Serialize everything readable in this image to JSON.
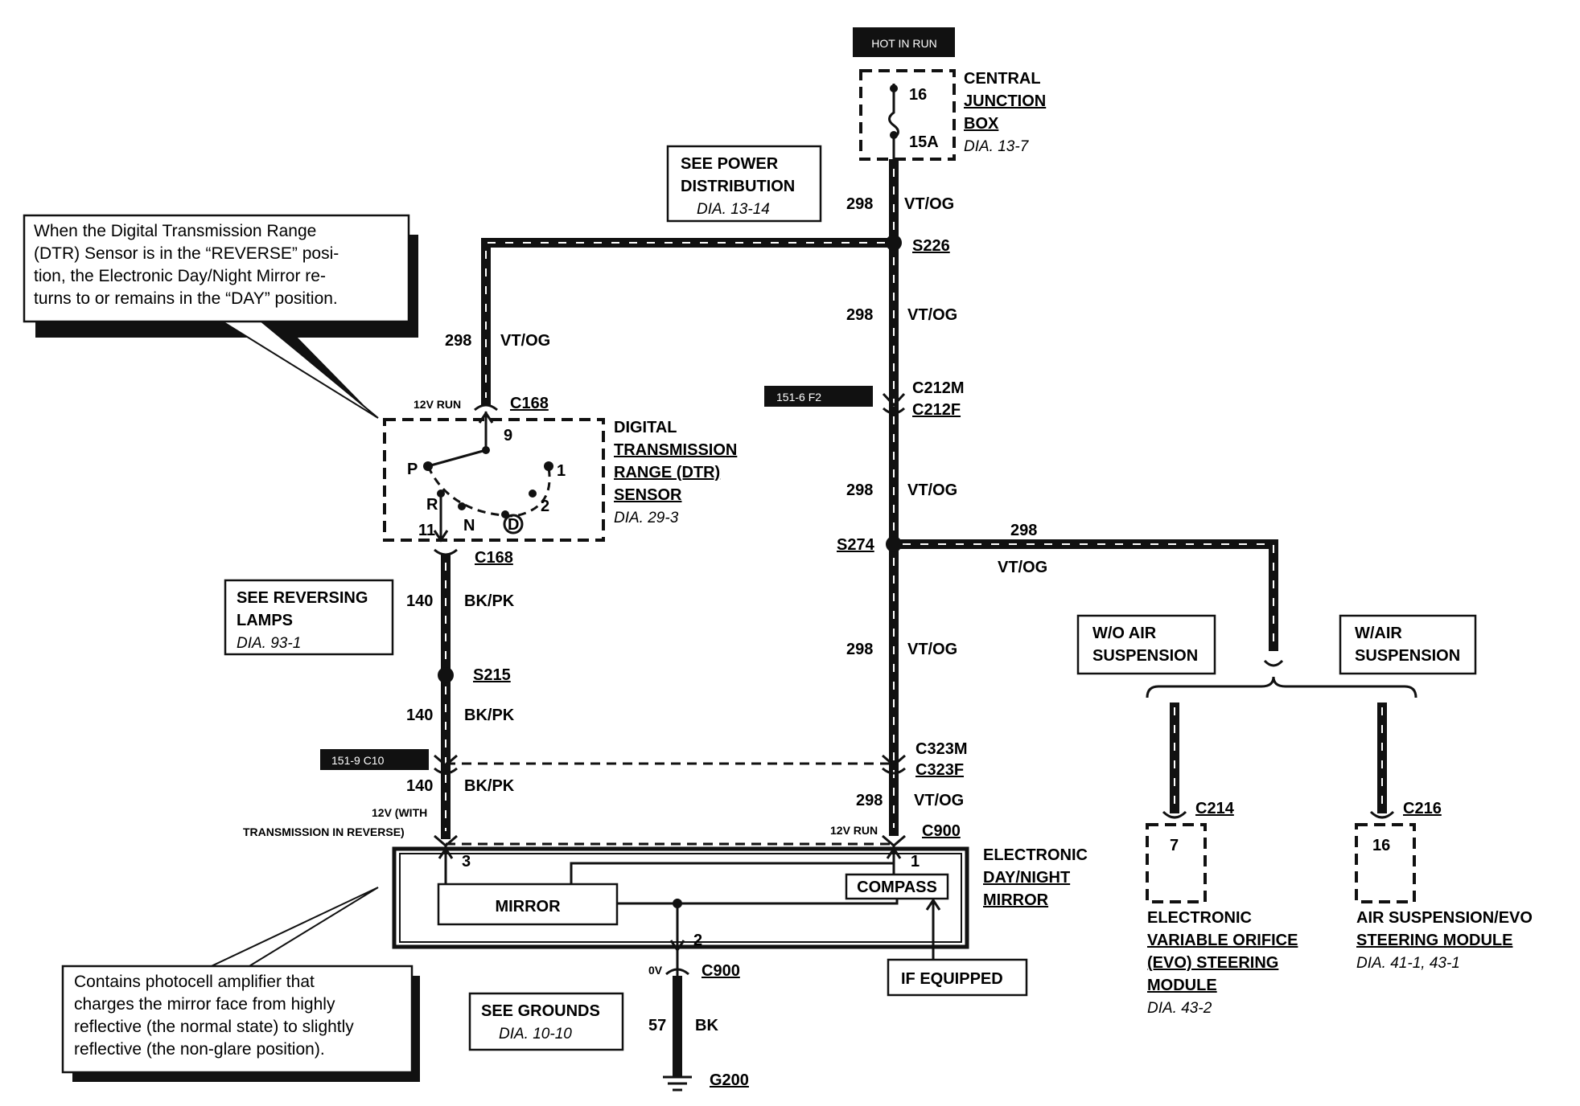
{
  "labels": {
    "hot_in_run": "HOT IN RUN",
    "fuse_num": "16",
    "fuse_amp": "15A",
    "cjb_line1": "CENTRAL",
    "cjb_line2": "JUNCTION",
    "cjb_line3": "BOX",
    "cjb_ref": "DIA. 13-7",
    "see_power_1": "SEE POWER",
    "see_power_2": "DISTRIBUTION",
    "see_power_ref": "DIA. 13-14",
    "s226": "S226",
    "s274": "S274",
    "s215": "S215",
    "c212m": "C212M",
    "c212f": "C212F",
    "c323m": "C323M",
    "c323f": "C323F",
    "c900_top": "C900",
    "c900_bottom": "C900",
    "c168_top": "C168",
    "c168_bottom": "C168",
    "c214": "C214",
    "c216": "C216",
    "g200": "G200",
    "pin_9": "9",
    "pin_11": "11",
    "pin_3": "3",
    "pin_1": "1",
    "pin_2": "2",
    "pin_7": "7",
    "pin_16": "16",
    "w298_a": "298",
    "w298_b": "298",
    "w298_c": "298",
    "w298_d": "298",
    "w298_e": "298",
    "w298_f": "298",
    "w298_g": "298",
    "vtog_a": "VT/OG",
    "vtog_b": "VT/OG",
    "vtog_c": "VT/OG",
    "vtog_d": "VT/OG",
    "vtog_e": "VT/OG",
    "vtog_f": "VT/OG",
    "vtog_g": "VT/OG",
    "w140_a": "140",
    "w140_b": "140",
    "w140_c": "140",
    "bkpk_a": "BK/PK",
    "bkpk_b": "BK/PK",
    "bkpk_c": "BK/PK",
    "w57": "57",
    "bk": "BK",
    "v12_run_top": "12V RUN",
    "v12_run_mirror": "12V RUN",
    "v12_with": "12V (WITH",
    "trans_rev": "TRANSMISSION IN REVERSE)",
    "zero_v": "0V",
    "tag_151_6": "151-6 F2",
    "tag_151_9": "151-9 C10",
    "dtr_1": "DIGITAL",
    "dtr_2": "TRANSMISSION",
    "dtr_3": "RANGE (DTR)",
    "dtr_4": "SENSOR",
    "dtr_ref": "DIA. 29-3",
    "pos_p": "P",
    "pos_r": "R",
    "pos_n": "N",
    "pos_d": "D",
    "pos_2": "2",
    "pos_1": "1",
    "see_rev_1": "SEE REVERSING",
    "see_rev_2": "LAMPS",
    "see_rev_ref": "DIA. 93-1",
    "mirror": "MIRROR",
    "compass": "COMPASS",
    "edn_1": "ELECTRONIC",
    "edn_2": "DAY/NIGHT",
    "edn_3": "MIRROR",
    "if_equipped": "IF EQUIPPED",
    "see_grounds": "SEE GROUNDS",
    "see_grounds_ref": "DIA. 10-10",
    "wo_air_1": "W/O AIR",
    "wo_air_2": "SUSPENSION",
    "w_air_1": "W/AIR",
    "w_air_2": "SUSPENSION",
    "evo_1": "ELECTRONIC",
    "evo_2": "VARIABLE ORIFICE",
    "evo_3": "(EVO) STEERING",
    "evo_4": "MODULE",
    "evo_ref": "DIA. 43-2",
    "asm_1": "AIR SUSPENSION/EVO",
    "asm_2": "STEERING MODULE",
    "asm_ref": "DIA. 41-1, 43-1"
  },
  "notes": {
    "dtr_note": [
      "When the Digital Transmission Range",
      "(DTR) Sensor is in the “REVERSE” posi-",
      "tion, the Electronic Day/Night Mirror re-",
      "turns to or remains in the “DAY” position."
    ],
    "photocell_note": [
      "Contains photocell amplifier that",
      "charges the mirror face from highly",
      "reflective (the normal state) to slightly",
      "reflective (the non-glare position)."
    ]
  }
}
